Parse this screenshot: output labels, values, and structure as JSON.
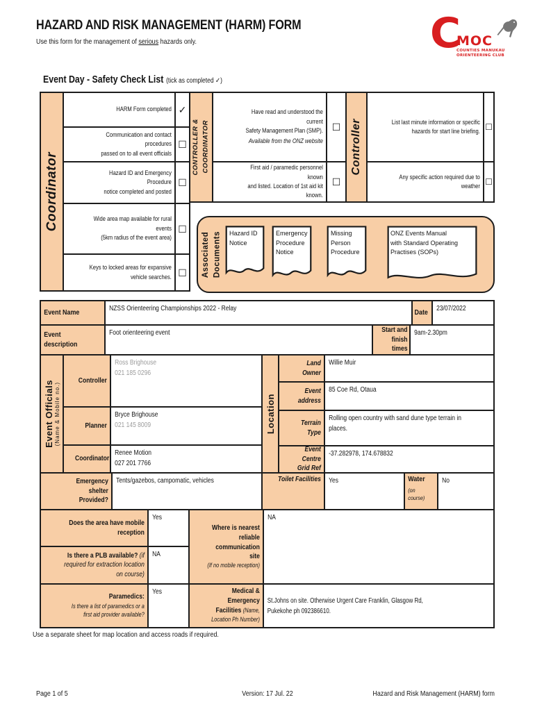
{
  "page": {
    "title": "HAZARD AND RISK MANAGEMENT (HARM) FORM",
    "subtitle_prefix": "Use this form for the management of ",
    "subtitle_underline": "serious",
    "subtitle_suffix": " hazards only.",
    "note": "Use a separate sheet for map location and access roads if required.",
    "footer": {
      "page": "Page 1 of 5",
      "version": "Version: 17 Jul. 22",
      "doc": "Hazard and Risk Management (HARM) form"
    },
    "colors": {
      "peach": "#F8CEA6",
      "logo_red": "#D81E20"
    }
  },
  "logo": {
    "c": "C",
    "moc": "MOC",
    "club_line1": "COUNTIES MANUKAU",
    "club_line2": "ORIENTEERING CLUB"
  },
  "checklist": {
    "heading": "Event Day - Safety Check List",
    "heading_note": "(tick as completed ✓)",
    "coordinator": {
      "label": "Coordinator",
      "items": [
        {
          "text": "HARM Form completed",
          "mark": "✓"
        },
        {
          "text": "Communication and contact procedures\npassed on to all event officials",
          "mark": "☐"
        },
        {
          "text": "Hazard ID and Emergency Procedure\nnotice completed and posted",
          "mark": "☐"
        },
        {
          "text": "Wide area map available for rural events\n(5km radius of the event area)",
          "mark": "☐"
        },
        {
          "text": "Keys to locked areas for expansive\nvehicle searches.",
          "mark": "☐"
        }
      ]
    },
    "controller_coordinator": {
      "label": "CONTROLLER &\nCOORDINATOR",
      "items": [
        {
          "text": "Have read and understood the current\nSafety Management Plan (SMP).",
          "note": "Available from the ONZ website",
          "mark": "☐"
        },
        {
          "text": "First aid / paramedic personnel known\nand listed. Location of 1st aid kit known.",
          "note": "",
          "mark": "☐"
        }
      ]
    },
    "controller": {
      "label": "Controller",
      "items": [
        {
          "text": "List last minute information or specific\nhazards for start line briefing.",
          "mark": "☐"
        },
        {
          "text": "Any specific action required due to\nweather",
          "mark": "☐"
        }
      ]
    }
  },
  "documents": {
    "label": "Associated\nDocuments",
    "docs": [
      "Hazard ID\nNotice",
      "Emergency\nProcedure\nNotice",
      "Missing\nPerson\nProcedure",
      "ONZ Events Manual\nwith Standard Operating\nPractises (SOPs)"
    ]
  },
  "details": {
    "event_name_label": "Event Name",
    "event_name": "NZSS Orienteering Championships 2022 - Relay",
    "date_label": "Date",
    "date": "23/07/2022",
    "description_label": "Event description",
    "description": "Foot orienteering event",
    "times_label": "Start and\nfinish times",
    "times": "9am-2.30pm",
    "officials": {
      "label": "Event Officials",
      "label_note": "(Name & Mobile no.)",
      "rows": [
        {
          "role": "Controller",
          "name": "Ross Brighouse",
          "phone": "021 185 0296"
        },
        {
          "role": "Planner",
          "name": "Bryce Brighouse",
          "phone": "021 145 8009"
        },
        {
          "role": "Coordinator",
          "name": "Renee Motion",
          "phone": "027 201 7766"
        }
      ]
    },
    "location": {
      "label": "Location",
      "rows": [
        {
          "key": "Land Owner",
          "value": "Willie Muir"
        },
        {
          "key": "Event address",
          "value": "85 Coe Rd, Otaua"
        },
        {
          "key": "Terrain Type",
          "value": "Rolling open country with sand dune type terrain in places."
        },
        {
          "key": "Event Centre\nGrid Ref",
          "value": "-37.282978, 174.678832"
        }
      ]
    },
    "shelter_label": "Emergency shelter\nProvided?",
    "shelter": "Tents/gazebos, campomatic, vehicles",
    "toilet_label": "Toilet Facilities",
    "toilet": "Yes",
    "water_label": "Water",
    "water_note": "(on course)",
    "water": "No",
    "mobile_label": "Does the area have mobile\nreception",
    "mobile": "Yes",
    "plb_label": "Is there a PLB available?",
    "plb_note": "(if required for extraction location on course)",
    "plb": "NA",
    "comm_site_label": "Where is nearest\nreliable\ncommunication site",
    "comm_site_note": "(If no mobile reception)",
    "comm_site": "NA",
    "paramedics_label": "Paramedics:",
    "paramedics_note": "Is there a list of paramedics or a first aid provider available?",
    "paramedics": "Yes",
    "medical_label": "Medical & Emergency Facilities ",
    "medical_note": "(Name, Location Ph Number)",
    "medical": "St.Johns on site. Otherwise Urgent Care Franklin, Glasgow Rd, Pukekohe ph 092386610."
  }
}
